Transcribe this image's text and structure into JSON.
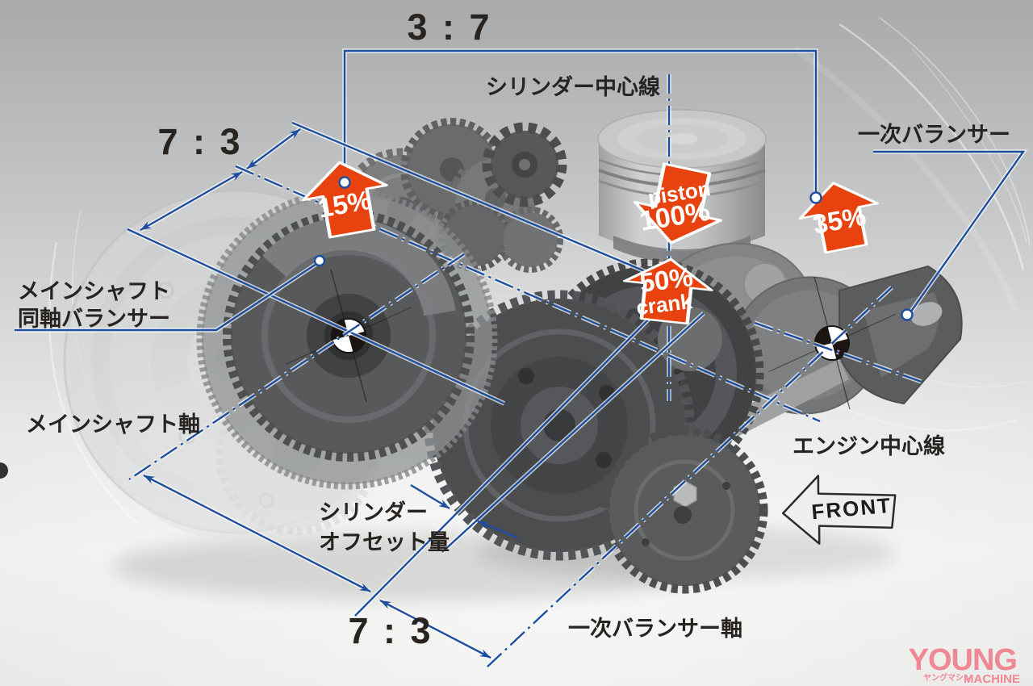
{
  "figure": {
    "ratios": {
      "top": "3 : 7",
      "top_left": "7 : 3",
      "bottom": "7 : 3"
    },
    "labels": {
      "cylinder_centerline": "シリンダー中心線",
      "primary_balancer": "一次バランサー",
      "mainshaft_balancer_1": "メインシャフト",
      "mainshaft_balancer_2": "同軸バランサー",
      "mainshaft_axis": "メインシャフト軸",
      "cylinder_offset_1": "シリンダー",
      "cylinder_offset_2": "オフセット量",
      "engine_centerline": "エンジン中心線",
      "primary_balancer_axis": "一次バランサー軸"
    },
    "balance_arrows": {
      "mainshaft": "15%",
      "piston_1": "piston",
      "piston_2": "100%",
      "crank_1": "50%",
      "crank_2": "crank",
      "primary_balancer": "35%"
    },
    "front_label": "FRONT",
    "logo": {
      "young": "YOUNG",
      "katakana": "ヤングマシン",
      "machine": "MACHINE"
    },
    "colors": {
      "annotation_blue": "#1e4f9e",
      "arrow_orange": "#e8430e",
      "label_black": "#272320",
      "logo_pink": "#ee8894",
      "background_top": "#a7a9ab",
      "background_bottom": "#efefed"
    }
  }
}
